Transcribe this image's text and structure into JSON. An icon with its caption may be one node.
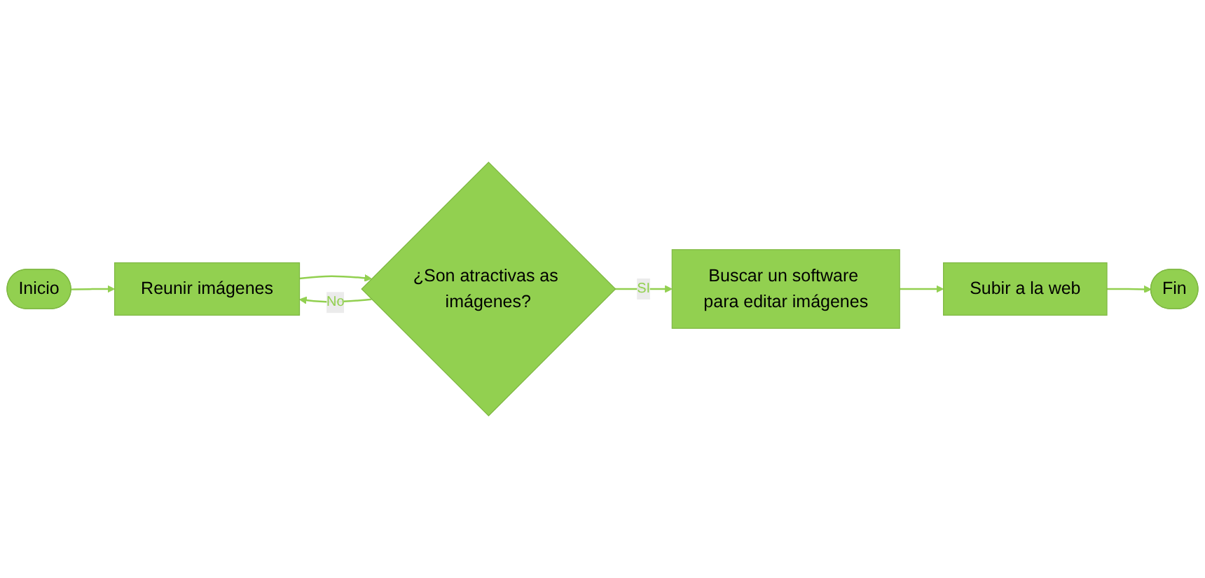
{
  "diagram": {
    "nodes": [
      {
        "text": [
          "Inicio"
        ]
      },
      {
        "text": [
          "Reunir imágenes"
        ]
      },
      {
        "text": [
          "¿Son atractivas as imágenes?"
        ]
      },
      {
        "text": [
          "Buscar un software para editar imágenes"
        ]
      },
      {
        "text": [
          "Subir a la web"
        ]
      },
      {
        "text": [
          "Fin"
        ]
      }
    ],
    "edges": [
      {
        "from": 0,
        "to": 1,
        "arrow": "to"
      },
      {
        "from": 1,
        "to": 2,
        "arrow": "to"
      },
      {
        "from": 2,
        "to": 1,
        "arrow": "to",
        "label": "No"
      },
      {
        "from": 2,
        "to": 3,
        "arrow": "to",
        "label": "SI"
      },
      {
        "from": 3,
        "to": 4,
        "arrow": "to"
      },
      {
        "from": 4,
        "to": 5,
        "arrow": "to"
      }
    ]
  }
}
